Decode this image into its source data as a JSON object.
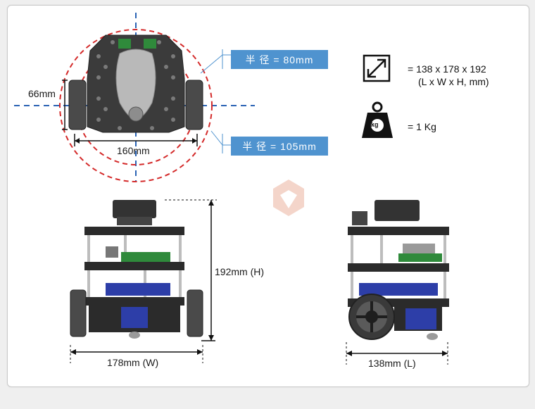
{
  "top_view": {
    "radius_small_label": "半 径  = 80mm",
    "radius_large_label": "半 径  = 105mm",
    "wheel_height_label": "66mm",
    "width_label": "160mm"
  },
  "specs": {
    "dimensions_line1": "= 138 x 178 x 192",
    "dimensions_line2": "(L x W x H, mm)",
    "weight_label": "= 1 Kg",
    "weight_icon_text": "kg"
  },
  "front_view": {
    "height_label": "192mm (H)",
    "width_label": "178mm (W)"
  },
  "side_view": {
    "length_label": "138mm (L)"
  },
  "colors": {
    "dashed_red": "#d42a2a",
    "dashed_blue": "#2a63b4",
    "pill_blue": "#4f93cf",
    "robot_dark": "#2b2b2b",
    "board_blue": "#2d3ea8",
    "board_green": "#2f8a3b"
  }
}
